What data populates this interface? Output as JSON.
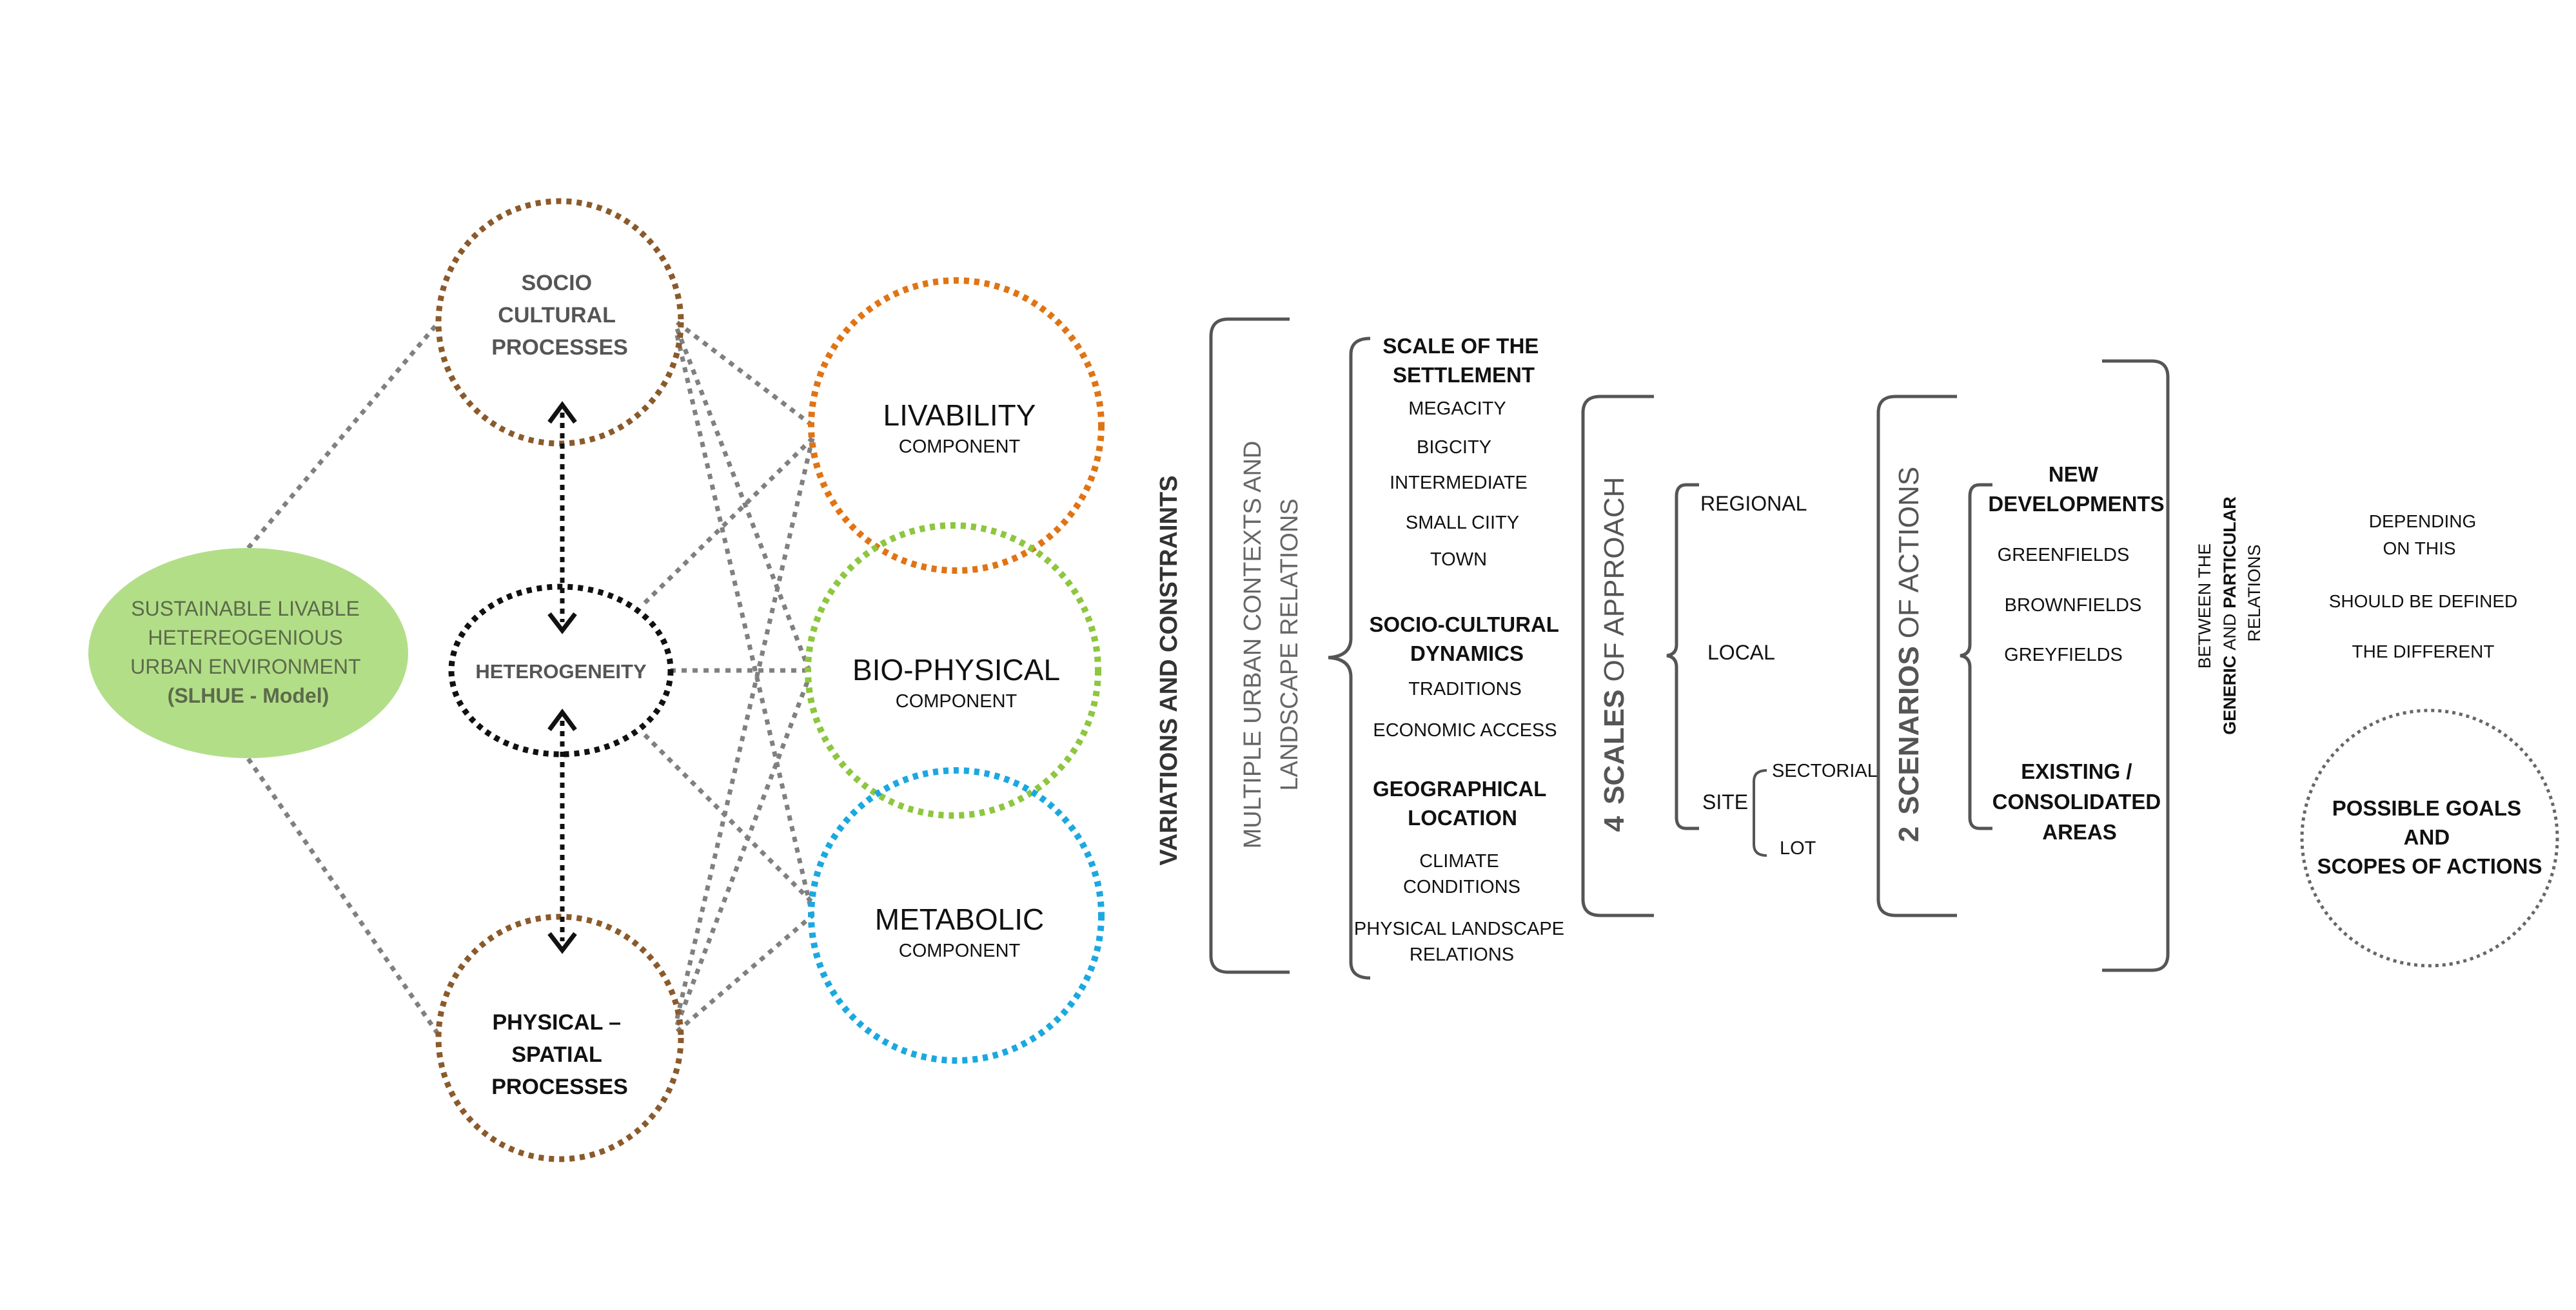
{
  "colors": {
    "socio": "#8b5a2b",
    "livability": "#e07414",
    "biophysical": "#8dc63f",
    "metabolic": "#1ba8e0",
    "model_fill": "#b3de88",
    "model_text": "#5b6b4a",
    "connector": "#808080",
    "heterogeneity": "#111111",
    "bracket": "#555555",
    "text": "#111111"
  },
  "model": {
    "line1": "SUSTAINABLE  LIVABLE",
    "line2": "HETEREOGENIOUS",
    "line3": "URBAN ENVIRONMENT",
    "line4": "(SLHUE - Model)"
  },
  "socio": {
    "line1": "SOCIO",
    "line2": "CULTURAL",
    "line3": "PROCESSES"
  },
  "heterogeneity": {
    "label": "HETEROGENEITY"
  },
  "physical": {
    "line1": "PHYSICAL –",
    "line2": "SPATIAL",
    "line3": "PROCESSES"
  },
  "components": {
    "livability": {
      "title": "LIVABILITY",
      "sub": "COMPONENT"
    },
    "biophysical": {
      "title": "BIO-PHYSICAL",
      "sub": "COMPONENT"
    },
    "metabolic": {
      "title": "METABOLIC",
      "sub": "COMPONENT"
    }
  },
  "variations": {
    "label": "VARIATIONS    AND    CONSTRAINTS"
  },
  "multiple": {
    "line1": "MULTIPLE  URBAN  CONTEXTS AND",
    "line2": "LANDSCAPE RELATIONS"
  },
  "settlement": {
    "title1": "SCALE OF THE",
    "title2": "SETTLEMENT",
    "items": [
      "MEGACITY",
      "BIGCITY",
      "INTERMEDIATE",
      "SMALL CIITY",
      "TOWN"
    ]
  },
  "socio_dynamics": {
    "title1": "SOCIO-CULTURAL",
    "title2": "DYNAMICS",
    "items": [
      "TRADITIONS",
      "ECONOMIC  ACCESS"
    ]
  },
  "geo": {
    "title1": "GEOGRAPHICAL",
    "title2": "LOCATION",
    "climate1": "CLIMATE",
    "climate2": "CONDITIONS",
    "physical1": "PHYSICAL LANDSCAPE",
    "physical2": "RELATIONS"
  },
  "scales": {
    "number": "4",
    "bold": "SCALES",
    "rest": "OF APPROACH",
    "regional": "REGIONAL",
    "local": "LOCAL",
    "site": "SITE",
    "sectorial": "SECTORIAL",
    "lot": "LOT"
  },
  "scenarios": {
    "number": "2",
    "bold": "SCENARIOS",
    "rest": "OF ACTIONS",
    "new1": "NEW",
    "new2": "DEVELOPMENTS",
    "items": [
      "GREENFIELDS",
      "BROWNFIELDS",
      "GREYFIELDS"
    ],
    "existing1": "EXISTING /",
    "existing2": "CONSOLIDATED",
    "existing3": "AREAS"
  },
  "between": {
    "line1": "BETWEEN THE",
    "line2a": "GENERIC",
    "line2b": "AND",
    "line2c": "PARTICULAR",
    "line3": "RELATIONS"
  },
  "depending": {
    "line1": "DEPENDING",
    "line2": "ON  THIS",
    "line3": "SHOULD  BE  DEFINED",
    "line4": "THE DIFFERENT"
  },
  "goals": {
    "line1": "POSSIBLE   GOALS",
    "line2": "AND",
    "line3": "SCOPES OF ACTIONS"
  }
}
